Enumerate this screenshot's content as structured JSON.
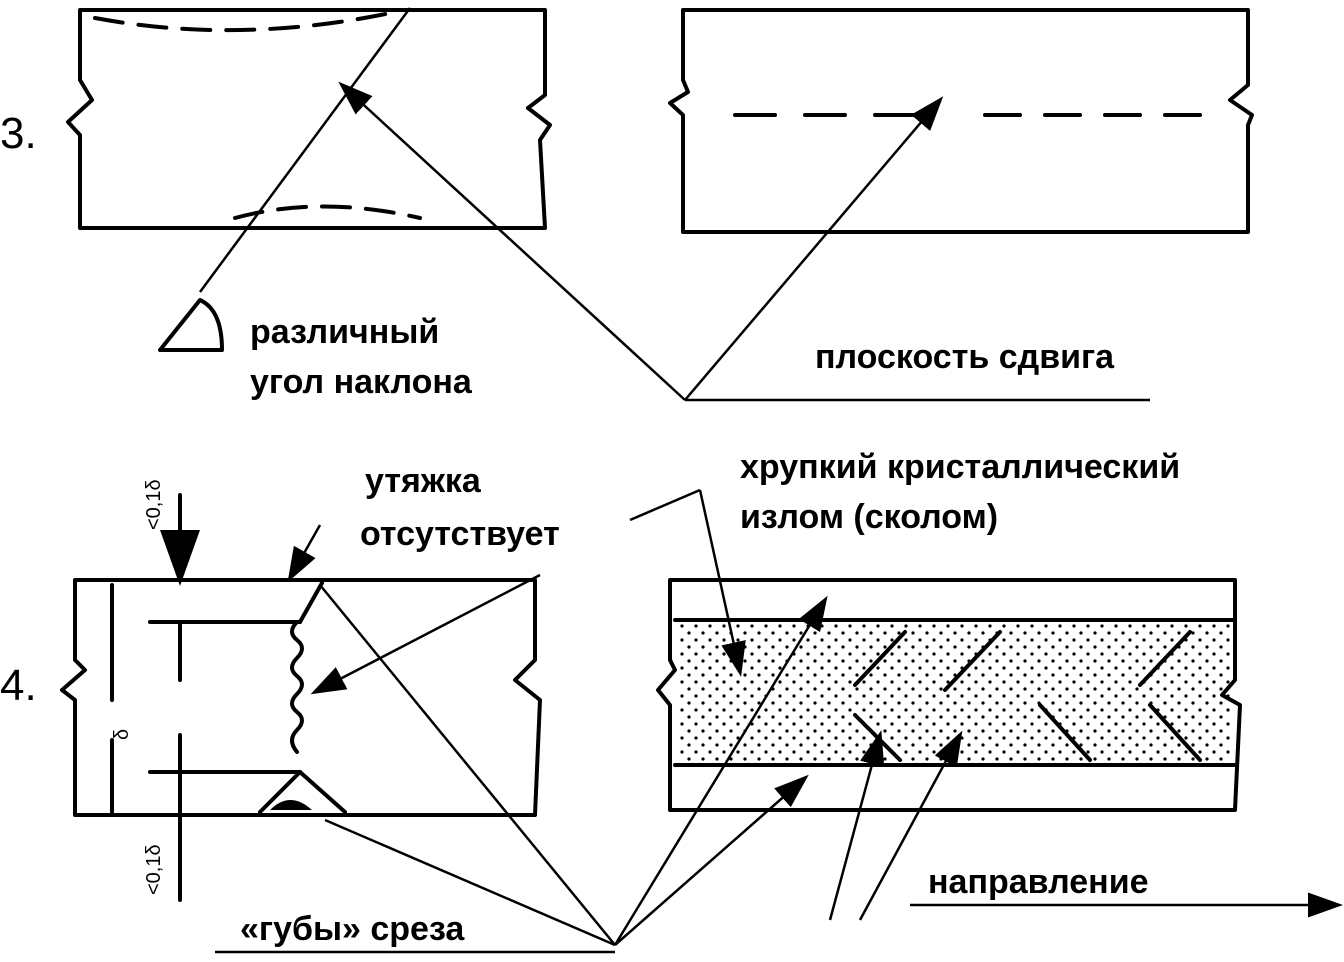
{
  "labels": {
    "fig3_number": "3.",
    "fig4_number": "4.",
    "angle_line1": "различный",
    "angle_line2": "угол наклона",
    "shear_plane": "плоскость сдвига",
    "no_necking_line1": "утяжка",
    "no_necking_line2": "отсутствует",
    "brittle_line1": "хрупкий кристаллический",
    "brittle_line2": "излом (сколом)",
    "shear_lips": "«губы» среза",
    "direction": "направление",
    "thickness": "δ",
    "lip_top": "<0,1δ",
    "lip_bottom": "<0,1δ"
  }
}
